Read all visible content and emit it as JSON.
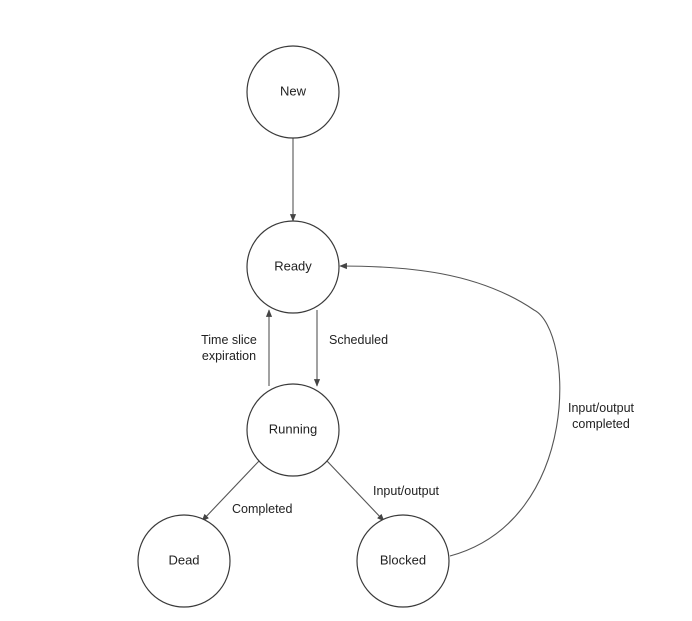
{
  "states": {
    "new": "New",
    "ready": "Ready",
    "running": "Running",
    "dead": "Dead",
    "blocked": "Blocked"
  },
  "transitions": {
    "new_to_ready": "",
    "scheduled": "Scheduled",
    "time_slice_line1": "Time slice",
    "time_slice_line2": "expiration",
    "completed": "Completed",
    "input_output": "Input/output",
    "io_completed_line1": "Input/output",
    "io_completed_line2": "completed"
  },
  "colors": {
    "node_stroke": "#3a3a3a",
    "edge_stroke": "#555555",
    "text": "#222222",
    "background": "#ffffff"
  }
}
